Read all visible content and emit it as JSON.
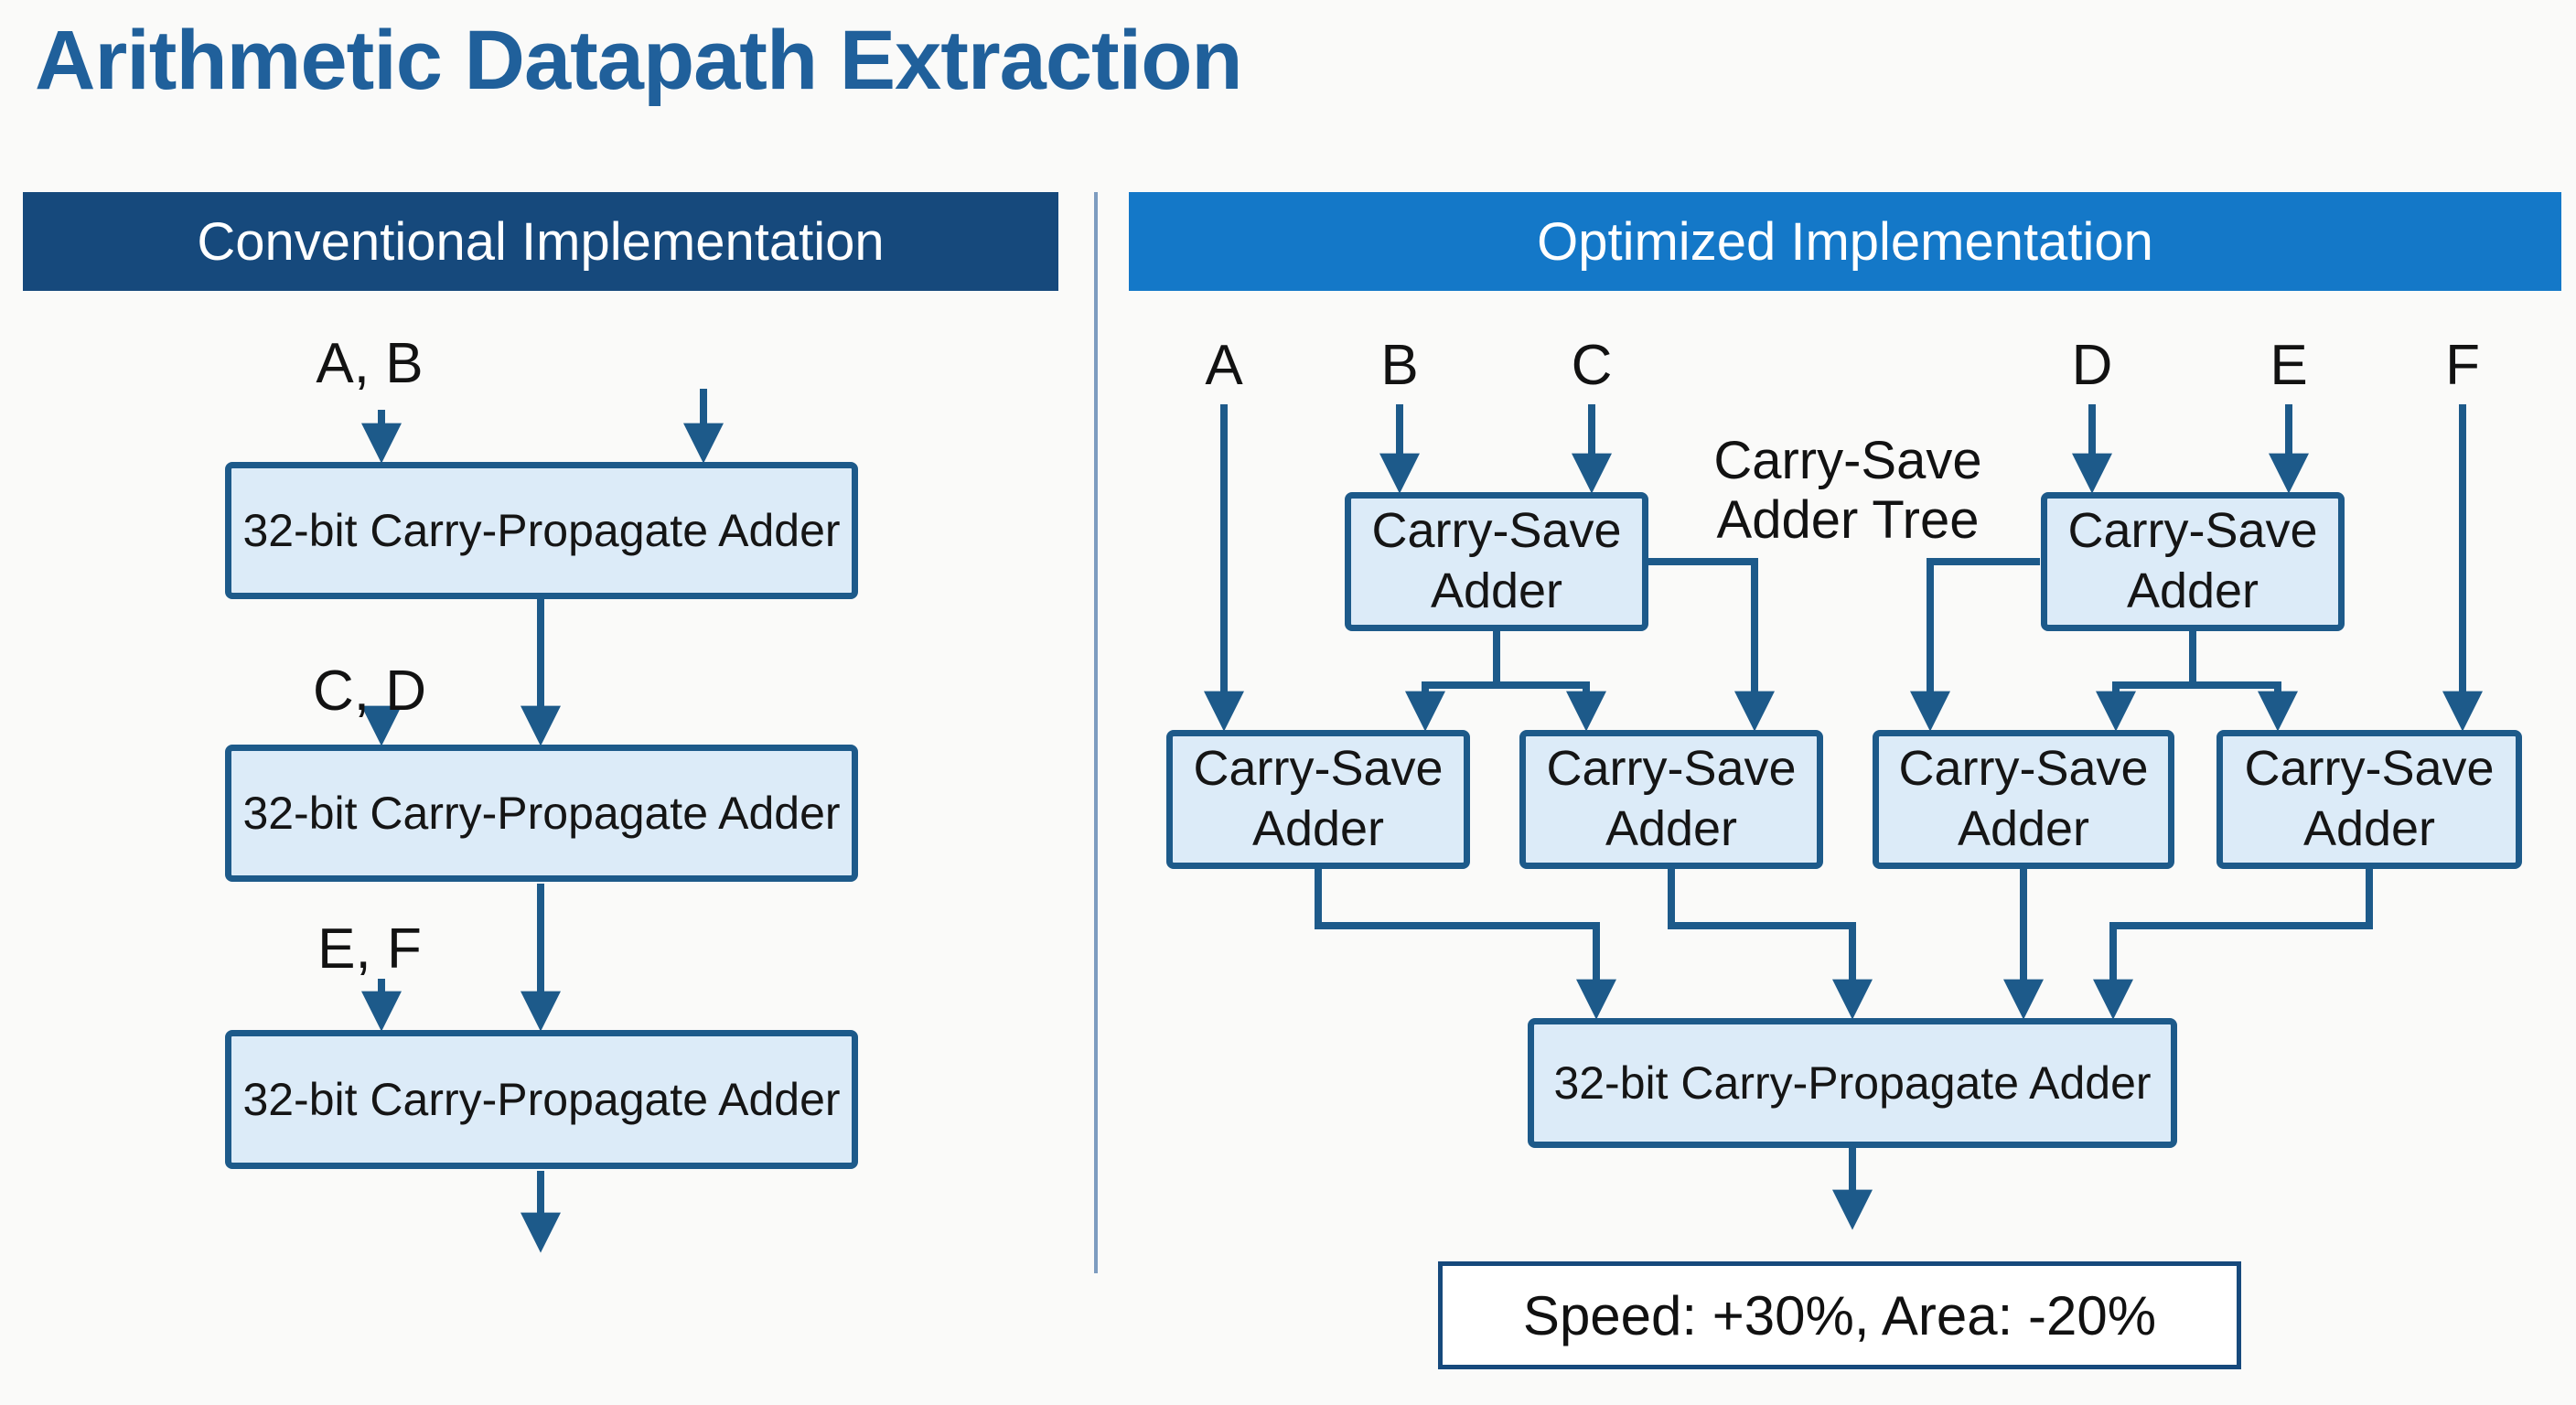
{
  "title": "Arithmetic Datapath Extraction",
  "panels": {
    "conventional": {
      "header": "Conventional Implementation",
      "stage_inputs": [
        "A, B",
        "C, D",
        "E, F"
      ],
      "adders": [
        "32-bit Carry-Propagate Adder",
        "32-bit Carry-Propagate Adder",
        "32-bit Carry-Propagate Adder"
      ],
      "flow": [
        "A, B → adder 1",
        "adder 1 → adder 2",
        "C, D → adder 2",
        "adder 2 → adder 3",
        "E, F → adder 3",
        "adder 3 → output"
      ]
    },
    "optimized": {
      "header": "Optimized Implementation",
      "inputs": [
        "A",
        "B",
        "C",
        "D",
        "E",
        "F"
      ],
      "csa_line1": "Carry-Save",
      "csa_line2": "Adder",
      "annotation": {
        "line1": "Carry-Save",
        "line2": "Adder Tree"
      },
      "final_adder": "32-bit Carry-Propagate Adder",
      "result": "Speed: +30%, Area: -20%",
      "flow": [
        "B → CSA top-left",
        "C → CSA top-left",
        "D → CSA top-right",
        "E → CSA top-right",
        "A → CSA mid-1",
        "CSA top-left → CSA mid-1",
        "CSA top-left → CSA mid-2 (2 arrows)",
        "CSA top-right → CSA mid-3 (2 arrows)",
        "CSA top-right → CSA mid-4",
        "F → CSA mid-4",
        "CSA mid-1 → final CPA",
        "CSA mid-2 → final CPA",
        "CSA mid-3 → final CPA",
        "CSA mid-4 → final CPA",
        "final CPA → output"
      ]
    }
  },
  "colors": {
    "background": "#fafaf9",
    "title_text": "#20609b",
    "conventional_header_bg": "#16497c",
    "optimized_header_bg": "#1478c8",
    "header_text": "#ffffff",
    "node_fill": "#dcebf8",
    "node_border": "#1d5a8a",
    "connector": "#1d5a8a",
    "divider": "#7d9cc0",
    "result_border": "#16497c",
    "node_text": "#151515"
  }
}
